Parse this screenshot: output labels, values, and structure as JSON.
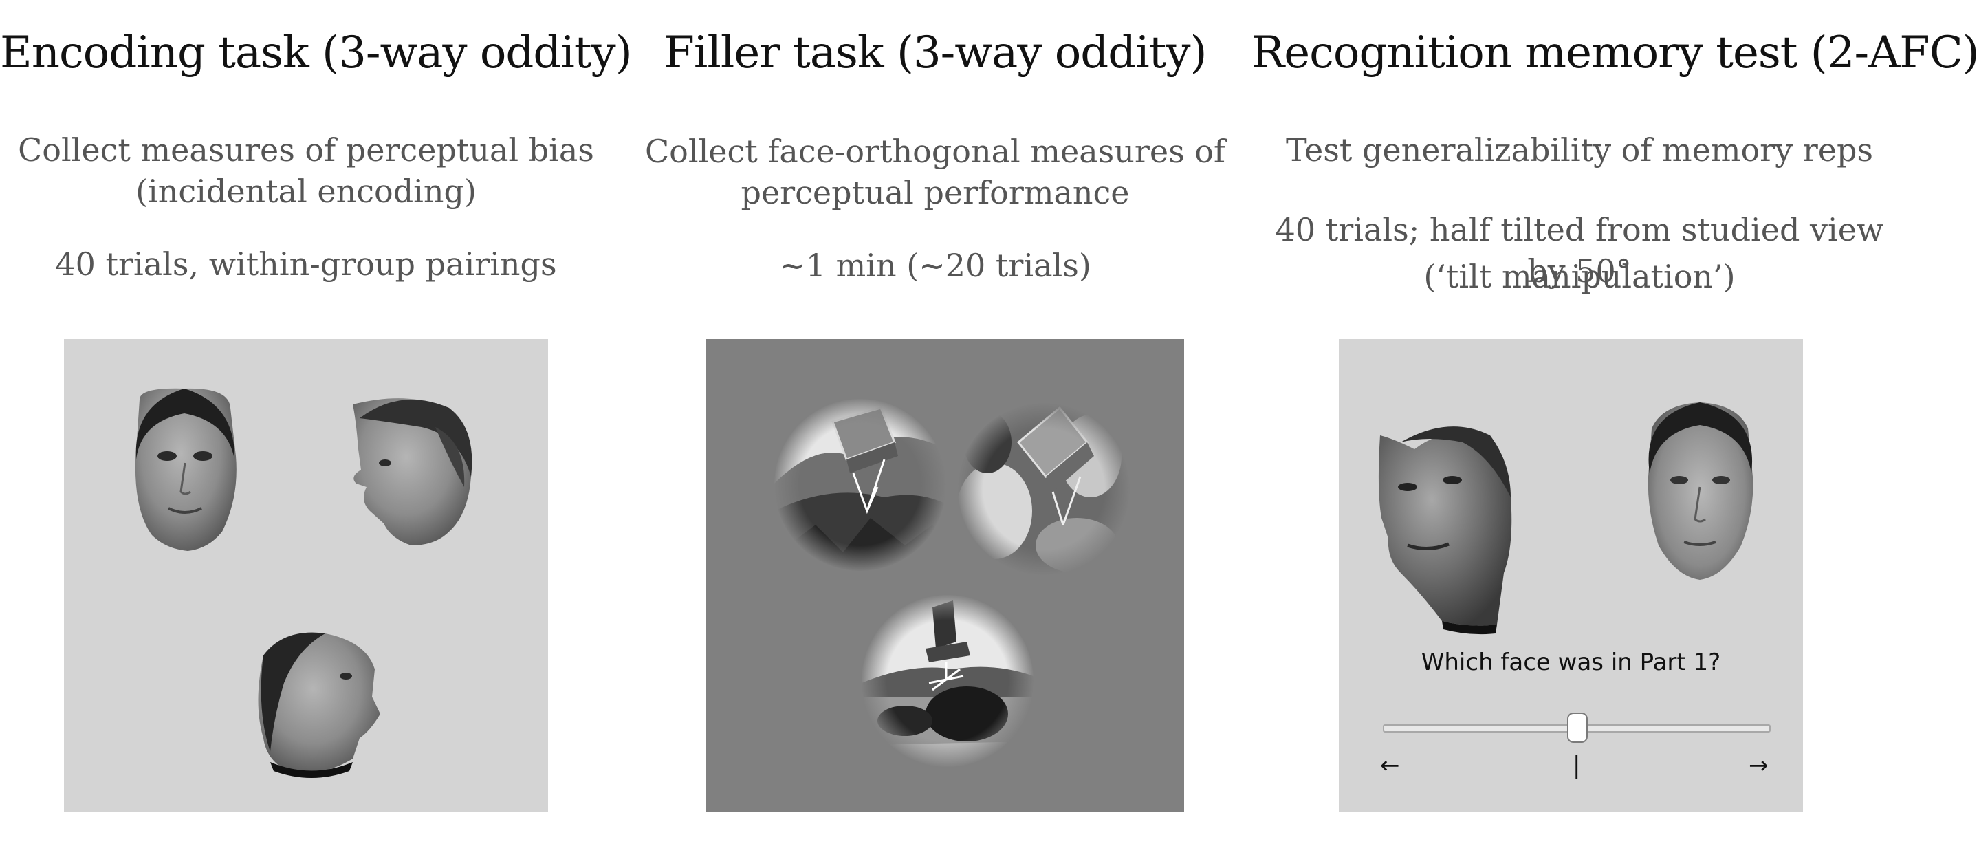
{
  "panels": [
    {
      "title": "Encoding task (3-way oddity)",
      "description_lines": [
        "Collect measures of perceptual bias",
        "(incidental encoding)",
        "40 trials, within-group pairings"
      ]
    },
    {
      "title": "Filler task (3-way oddity)",
      "description_lines": [
        "Collect face-orthogonal measures of",
        "perceptual performance",
        "~1 min (~20 trials)"
      ]
    },
    {
      "title": "Recognition memory test (2-AFC)",
      "description_lines": [
        "Test generalizability of memory reps",
        "40 trials; half tilted from studied view by 50°",
        "(‘tilt manipulation’)"
      ],
      "prompt": "Which face was in Part 1?",
      "slider": {
        "left_label": "←",
        "middle_label": "|",
        "right_label": "→",
        "value": 0.5
      }
    }
  ]
}
